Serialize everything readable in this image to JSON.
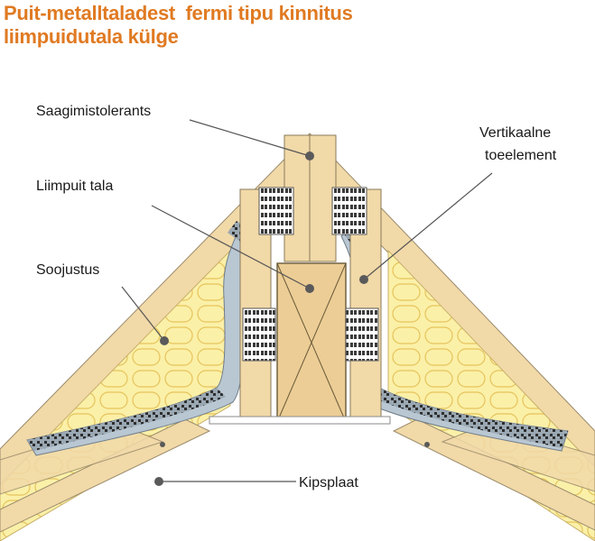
{
  "title": {
    "line1": "Puit-metalltaladest  fermi tipu kinnitus",
    "line2": "liimpuidutala külge"
  },
  "labels": {
    "saagimistolerants": "Saagimistolerants",
    "liimpuit_tala": "Liimpuit tala",
    "soojustus": "Soojustus",
    "vertikaalne_line1": "Vertikaalne",
    "vertikaalne_line2": "toeelement",
    "kipsplaat": "Kipsplaat"
  },
  "colors": {
    "title": "#e07a22",
    "wood": "#f1d9a8",
    "insulation": "#fbf0a8",
    "metal_web": "#b9c7d3",
    "edge": "#8a8a8a"
  }
}
